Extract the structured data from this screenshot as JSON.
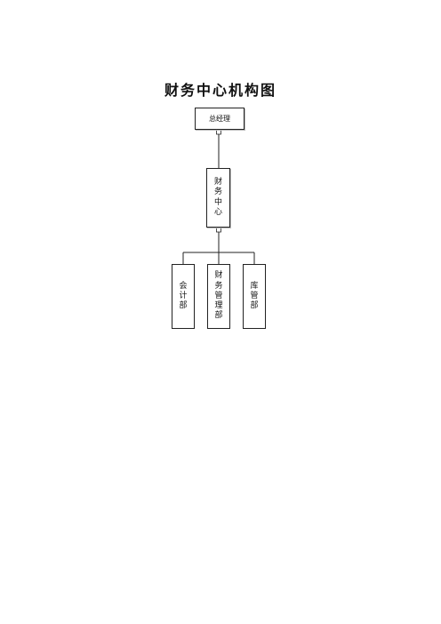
{
  "title": "财务中心机构图",
  "nodes": {
    "gm": "总经理",
    "center": "财务中心",
    "accounting": "会计部",
    "finmgmt": "财务管理部",
    "warehouse": "库管部"
  }
}
